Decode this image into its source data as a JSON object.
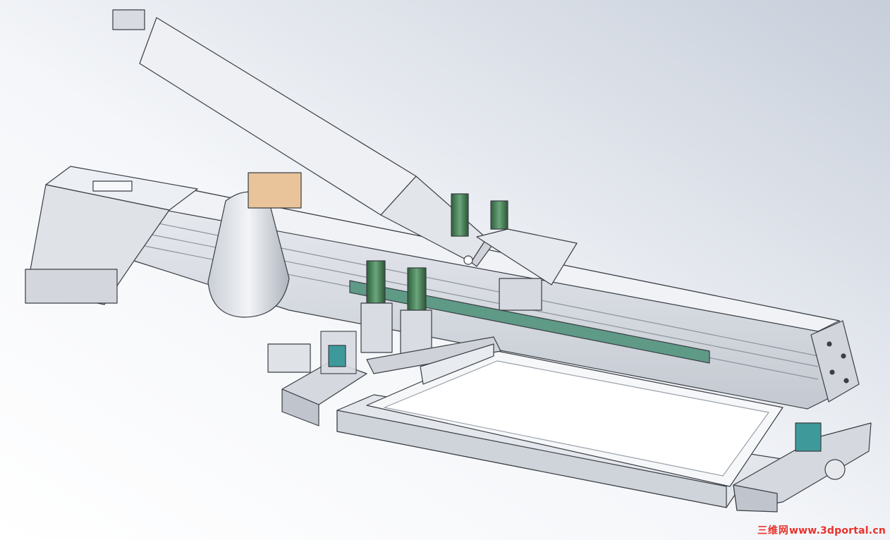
{
  "scene": {
    "kind": "3D CAD render of screen-printing machine assembly",
    "colors": {
      "background_light": "#ffffff",
      "background_dark": "#c9cfd8",
      "metal": "#d7dbe2",
      "metal_dark": "#9aa0aa",
      "metal_edge": "#3a3e45",
      "accent_green": "#3f7a4e",
      "accent_teal": "#2f8a8a",
      "accent_wood": "#e9c49a",
      "scale_green": "#4f8c79"
    }
  },
  "watermark": {
    "cn": "三维网",
    "url": "www.3dportal.cn",
    "color": "#e8322b"
  }
}
